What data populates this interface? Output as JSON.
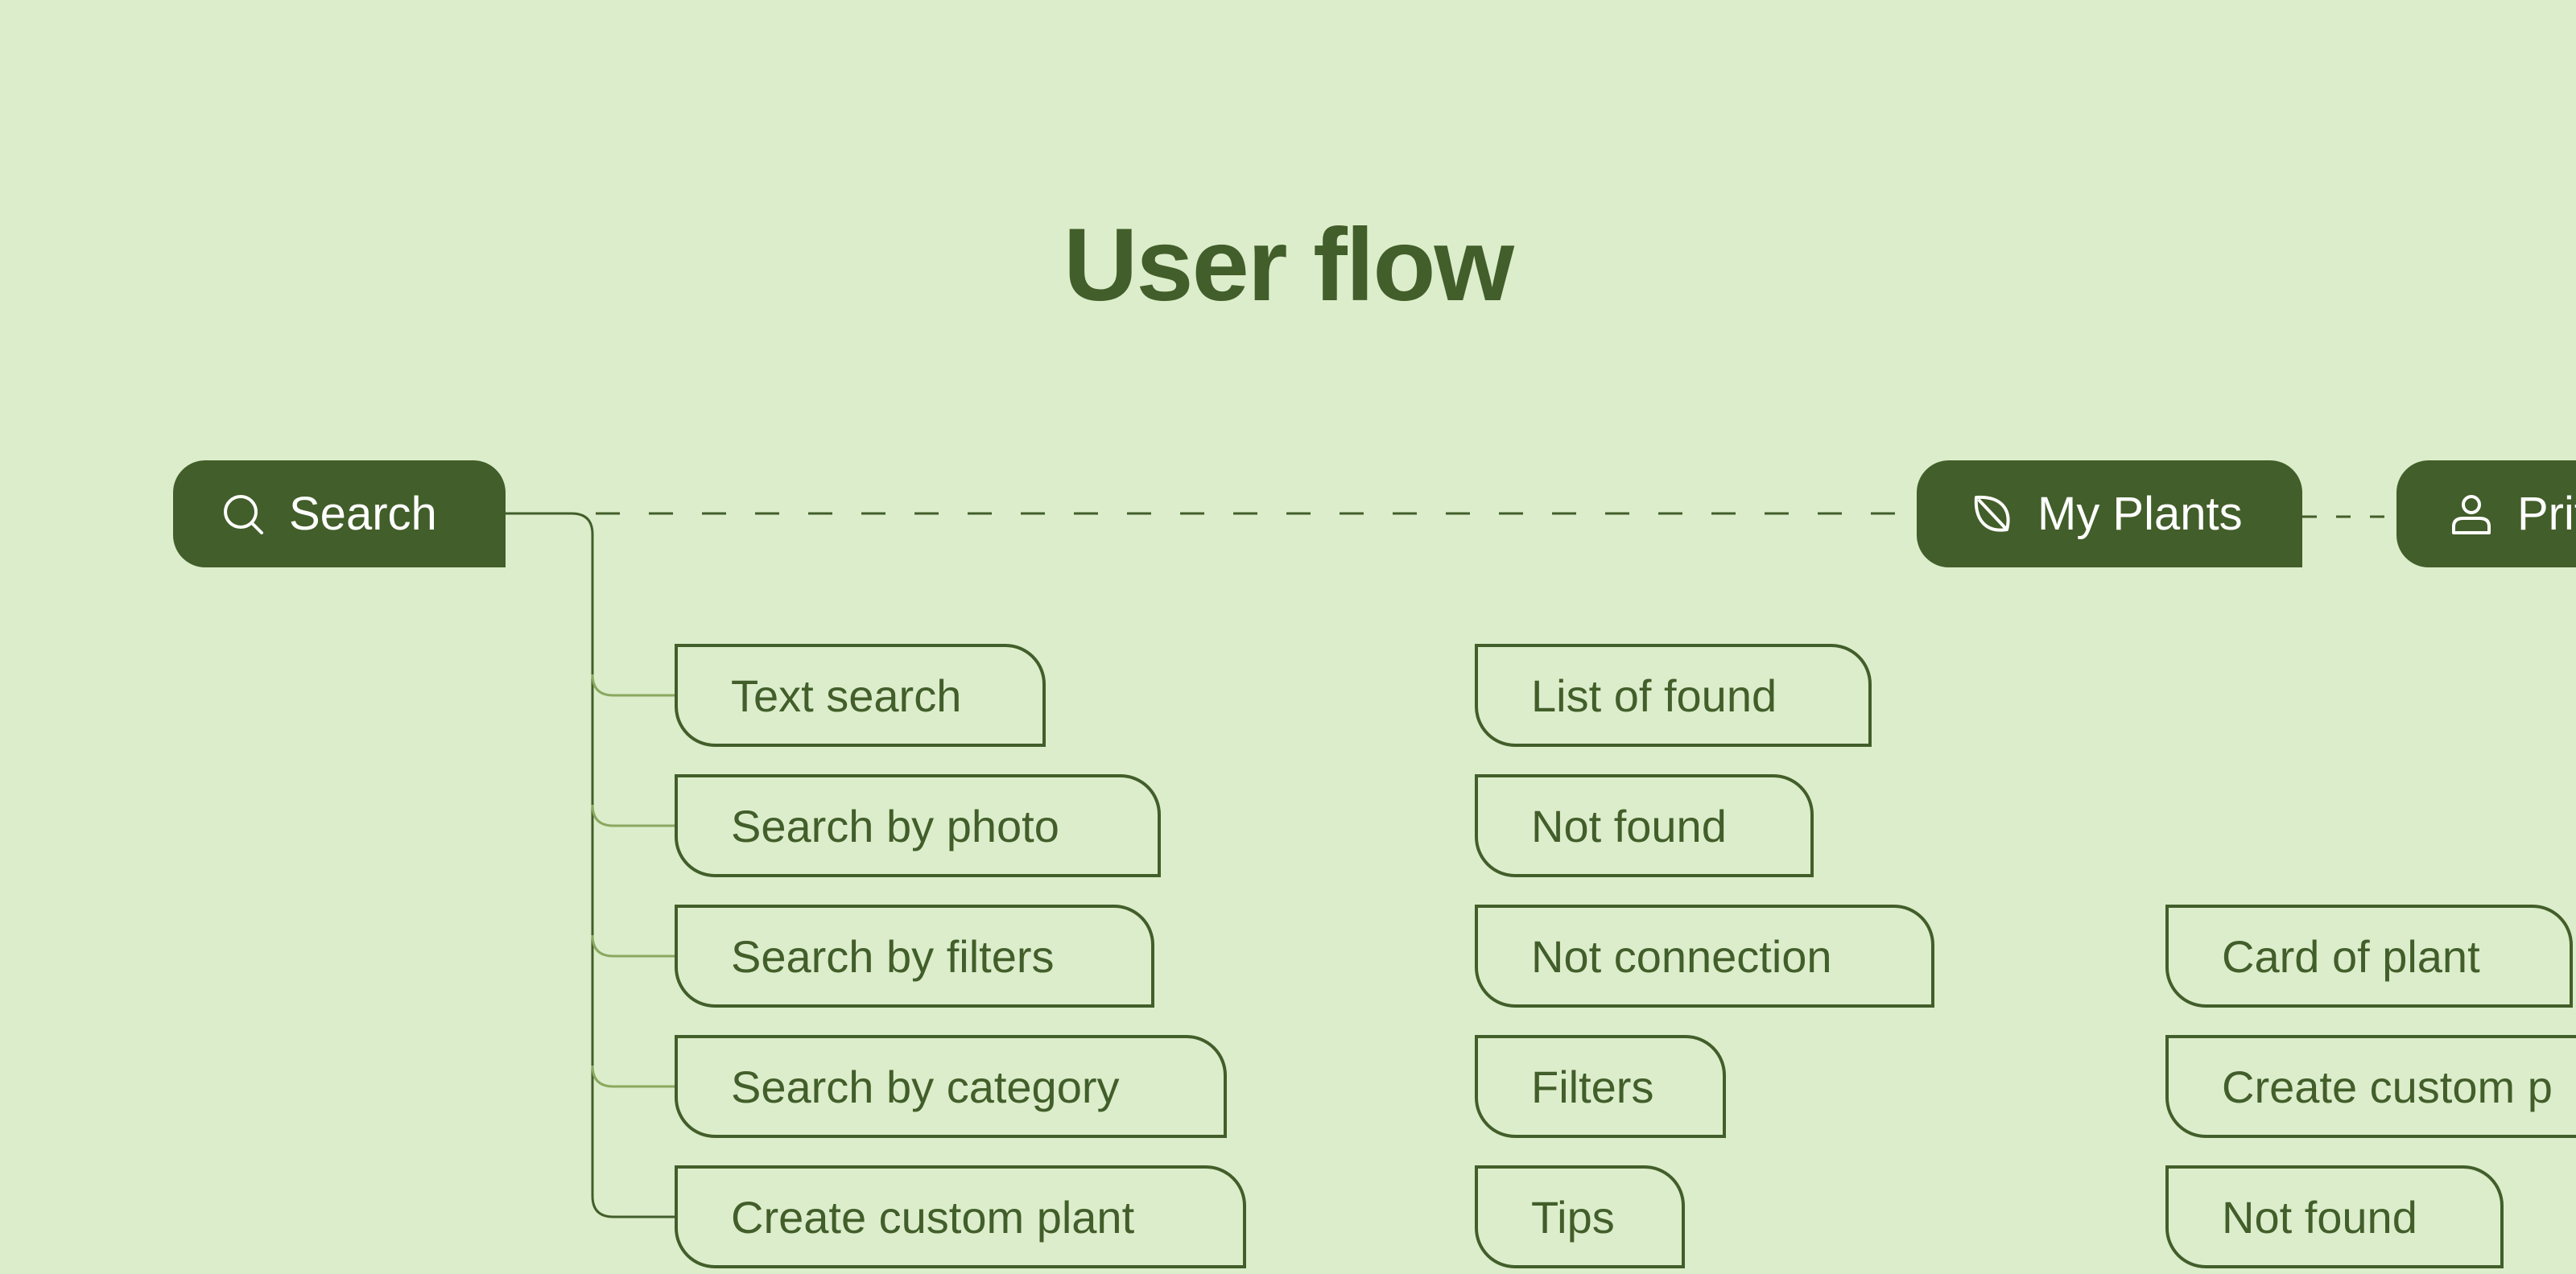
{
  "title": "User flow",
  "colors": {
    "background": "#dcedcb",
    "primary": "#425e2a",
    "connector_light": "#8aa860"
  },
  "nav_nodes": [
    {
      "label": "Search",
      "icon": "search-icon"
    },
    {
      "label": "My Plants",
      "icon": "leaf-icon"
    },
    {
      "label": "Prif",
      "icon": "user-icon"
    }
  ],
  "search_children": [
    "Text search",
    "Search by photo",
    "Search by filters",
    "Search by category",
    "Create custom plant"
  ],
  "results_column": [
    "List of found",
    "Not found",
    "Not connection",
    "Filters",
    "Tips"
  ],
  "my_plants_column": [
    "Card of plant",
    "Create custom p",
    "Not found"
  ]
}
